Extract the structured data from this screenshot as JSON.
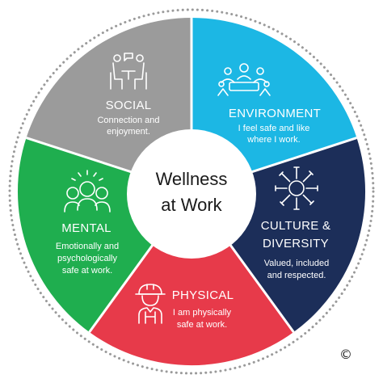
{
  "center": {
    "line1": "Wellness",
    "line2": "at Work"
  },
  "segments": {
    "social": {
      "title": "SOCIAL",
      "desc1": "Connection and",
      "desc2": "enjoyment.",
      "color": "#9b9b9b",
      "icon": "people-talking-icon"
    },
    "environment": {
      "title": "ENVIRONMENT",
      "desc1": "I feel safe and like",
      "desc2": "where I work.",
      "color": "#1cb7e4",
      "icon": "meeting-table-icon"
    },
    "culture": {
      "title1": "CULTURE &",
      "title2": "DIVERSITY",
      "desc1": "Valued, included",
      "desc2": "and respected.",
      "color": "#1c2e59",
      "icon": "circle-of-hands-icon"
    },
    "physical": {
      "title": "PHYSICAL",
      "desc1": "I am physically",
      "desc2": "safe at work.",
      "color": "#e73a4a",
      "icon": "hard-hat-worker-icon"
    },
    "mental": {
      "title": "MENTAL",
      "desc1": "Emotionally and",
      "desc2": "psychologically",
      "desc3": "safe at work.",
      "color": "#1fae4f",
      "icon": "group-heads-icon"
    }
  },
  "copyright": "©"
}
